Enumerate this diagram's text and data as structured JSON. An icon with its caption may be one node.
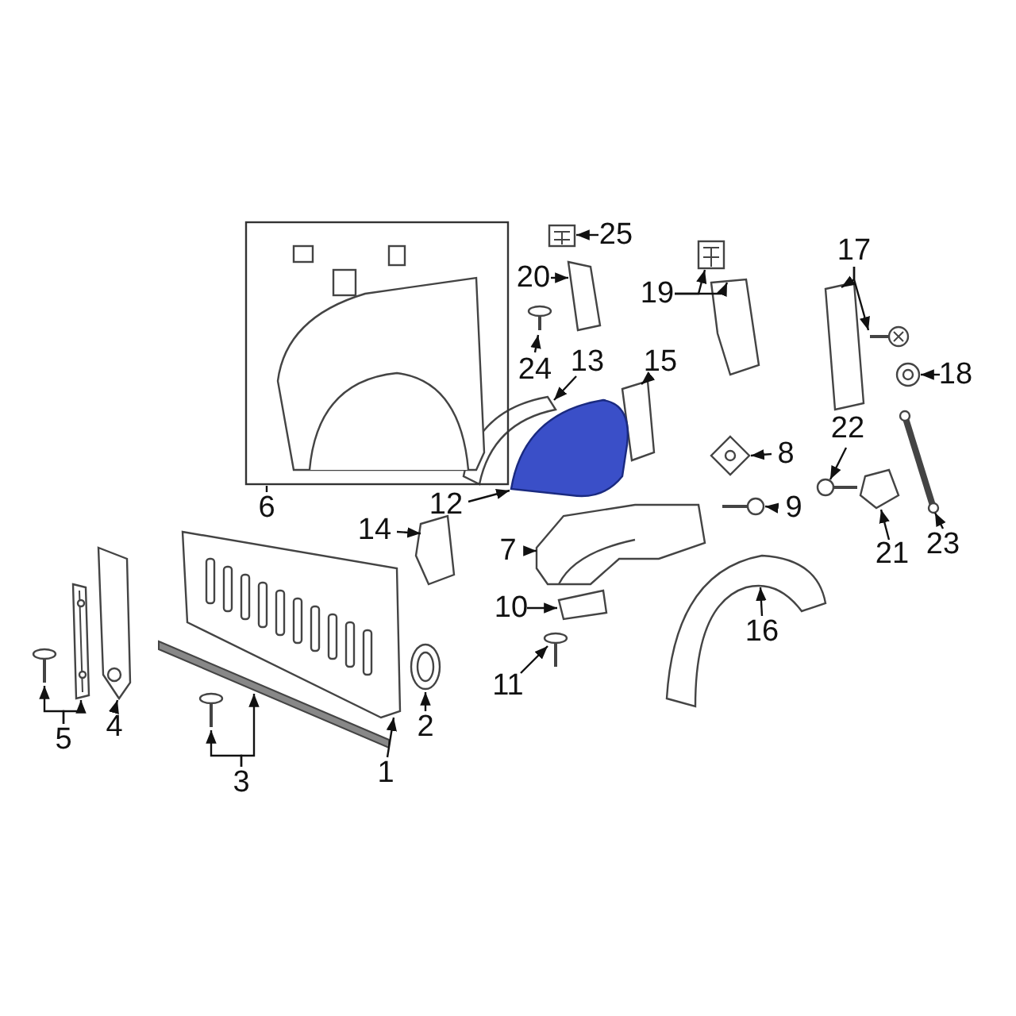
{
  "diagram": {
    "nodes": [
      {
        "text": [
          "1"
        ]
      },
      {
        "text": [],
        "shape": "picture"
      },
      {
        "text": [
          "2"
        ]
      },
      {
        "text": [],
        "shape": "picture"
      },
      {
        "text": [
          "3"
        ]
      },
      {
        "text": [],
        "shape": "picture"
      },
      {
        "text": [],
        "shape": "picture"
      },
      {
        "text": [
          "4"
        ]
      },
      {
        "text": [],
        "shape": "picture"
      },
      {
        "text": [
          "5"
        ]
      },
      {
        "text": [],
        "shape": "picture"
      },
      {
        "text": [],
        "shape": "picture"
      },
      {
        "text": [
          "6"
        ]
      },
      {
        "text": [],
        "shape": "picture"
      },
      {
        "text": [
          "7"
        ]
      },
      {
        "text": [],
        "shape": "picture"
      },
      {
        "text": [
          "8"
        ]
      },
      {
        "text": [],
        "shape": "picture"
      },
      {
        "text": [
          "9"
        ]
      },
      {
        "text": [],
        "shape": "picture"
      },
      {
        "text": [
          "10"
        ]
      },
      {
        "text": [],
        "shape": "picture"
      },
      {
        "text": [
          "11"
        ]
      },
      {
        "text": [],
        "shape": "picture"
      },
      {
        "text": [
          "12"
        ]
      },
      {
        "text": [],
        "shape": "picture"
      },
      {
        "text": [
          "13"
        ]
      },
      {
        "text": [],
        "shape": "picture"
      },
      {
        "text": [
          "14"
        ]
      },
      {
        "text": [],
        "shape": "picture"
      },
      {
        "text": [
          "15"
        ]
      },
      {
        "text": [],
        "shape": "picture"
      },
      {
        "text": [
          "16"
        ]
      },
      {
        "text": [],
        "shape": "picture"
      },
      {
        "text": [
          "17"
        ]
      },
      {
        "text": [],
        "shape": "picture"
      },
      {
        "text": [],
        "shape": "picture"
      },
      {
        "text": [
          "18"
        ]
      },
      {
        "text": [],
        "shape": "picture"
      },
      {
        "text": [
          "19"
        ]
      },
      {
        "text": [],
        "shape": "picture"
      },
      {
        "text": [],
        "shape": "picture"
      },
      {
        "text": [
          "20"
        ]
      },
      {
        "text": [],
        "shape": "picture"
      },
      {
        "text": [
          "21"
        ]
      },
      {
        "text": [],
        "shape": "picture"
      },
      {
        "text": [
          "22"
        ]
      },
      {
        "text": [],
        "shape": "picture"
      },
      {
        "text": [
          "23"
        ]
      },
      {
        "text": [],
        "shape": "picture"
      },
      {
        "text": [
          "24"
        ]
      },
      {
        "text": [],
        "shape": "picture"
      },
      {
        "text": [
          "25"
        ]
      },
      {
        "text": [],
        "shape": "picture"
      }
    ],
    "edges": [
      {
        "from": 0,
        "to": 1,
        "arrow": "to"
      },
      {
        "from": 2,
        "to": 3,
        "arrow": "to"
      },
      {
        "from": 4,
        "to": 5,
        "arrow": "to"
      },
      {
        "from": 4,
        "to": 6,
        "arrow": "to"
      },
      {
        "from": 7,
        "to": 8,
        "arrow": "to"
      },
      {
        "from": 9,
        "to": 10,
        "arrow": "to"
      },
      {
        "from": 9,
        "to": 11,
        "arrow": "to"
      },
      {
        "from": 12,
        "to": 13,
        "arrow": "none"
      },
      {
        "from": 14,
        "to": 15,
        "arrow": "to"
      },
      {
        "from": 16,
        "to": 17,
        "arrow": "to"
      },
      {
        "from": 18,
        "to": 19,
        "arrow": "to"
      },
      {
        "from": 20,
        "to": 21,
        "arrow": "to"
      },
      {
        "from": 22,
        "to": 23,
        "arrow": "to"
      },
      {
        "from": 24,
        "to": 25,
        "arrow": "to"
      },
      {
        "from": 26,
        "to": 27,
        "arrow": "to"
      },
      {
        "from": 28,
        "to": 29,
        "arrow": "to"
      },
      {
        "from": 30,
        "to": 31,
        "arrow": "to"
      },
      {
        "from": 32,
        "to": 33,
        "arrow": "to"
      },
      {
        "from": 34,
        "to": 35,
        "arrow": "to"
      },
      {
        "from": 34,
        "to": 36,
        "arrow": "to"
      },
      {
        "from": 37,
        "to": 38,
        "arrow": "to"
      },
      {
        "from": 39,
        "to": 40,
        "arrow": "to"
      },
      {
        "from": 39,
        "to": 41,
        "arrow": "to"
      },
      {
        "from": 42,
        "to": 43,
        "arrow": "to"
      },
      {
        "from": 44,
        "to": 45,
        "arrow": "to"
      },
      {
        "from": 46,
        "to": 47,
        "arrow": "to"
      },
      {
        "from": 48,
        "to": 49,
        "arrow": "to"
      },
      {
        "from": 50,
        "to": 51,
        "arrow": "to"
      },
      {
        "from": 52,
        "to": 53,
        "arrow": "to"
      }
    ]
  }
}
